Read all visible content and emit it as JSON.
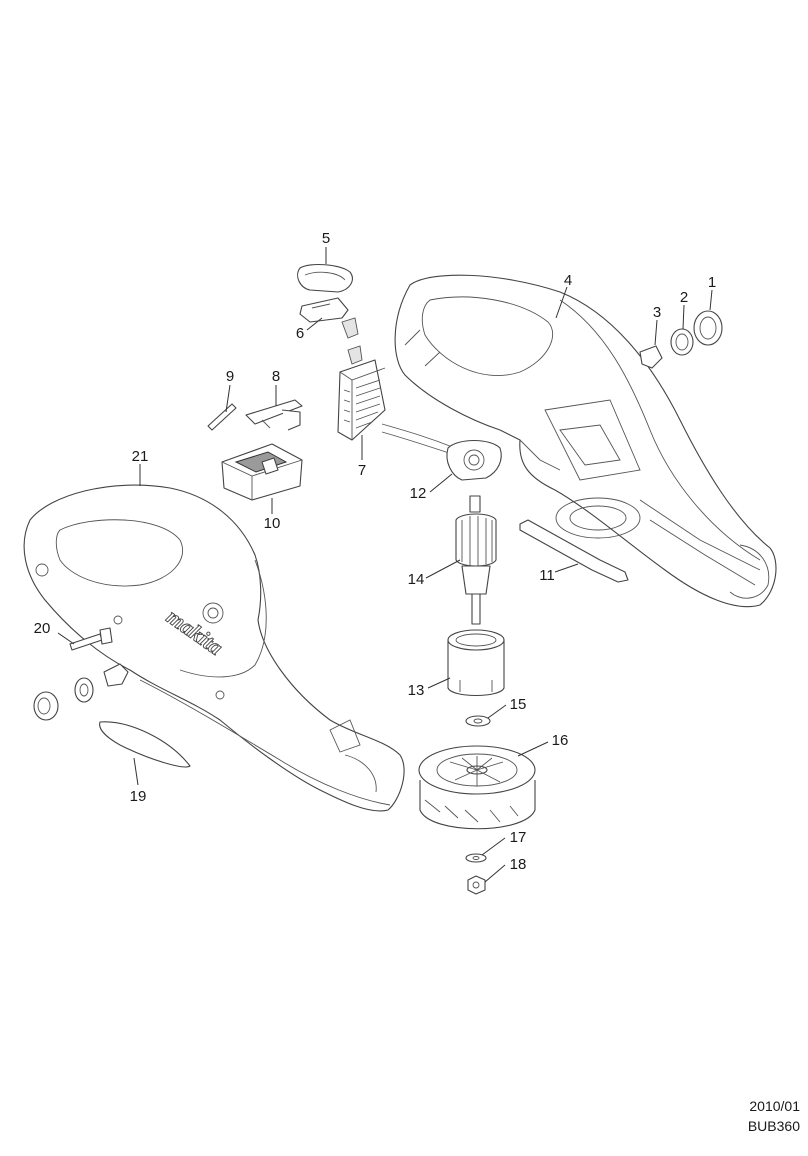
{
  "parts": [
    {
      "label": "1"
    },
    {
      "label": "2"
    },
    {
      "label": "3"
    },
    {
      "label": "4"
    },
    {
      "label": "5"
    },
    {
      "label": "6"
    },
    {
      "label": "7"
    },
    {
      "label": "8"
    },
    {
      "label": "9"
    },
    {
      "label": "10"
    },
    {
      "label": "11"
    },
    {
      "label": "12"
    },
    {
      "label": "13"
    },
    {
      "label": "14"
    },
    {
      "label": "15"
    },
    {
      "label": "16"
    },
    {
      "label": "17"
    },
    {
      "label": "18"
    },
    {
      "label": "19"
    },
    {
      "label": "20"
    },
    {
      "label": "21"
    }
  ],
  "footer": {
    "date": "2010/01",
    "model": "BUB360"
  },
  "logo_text": "makita"
}
